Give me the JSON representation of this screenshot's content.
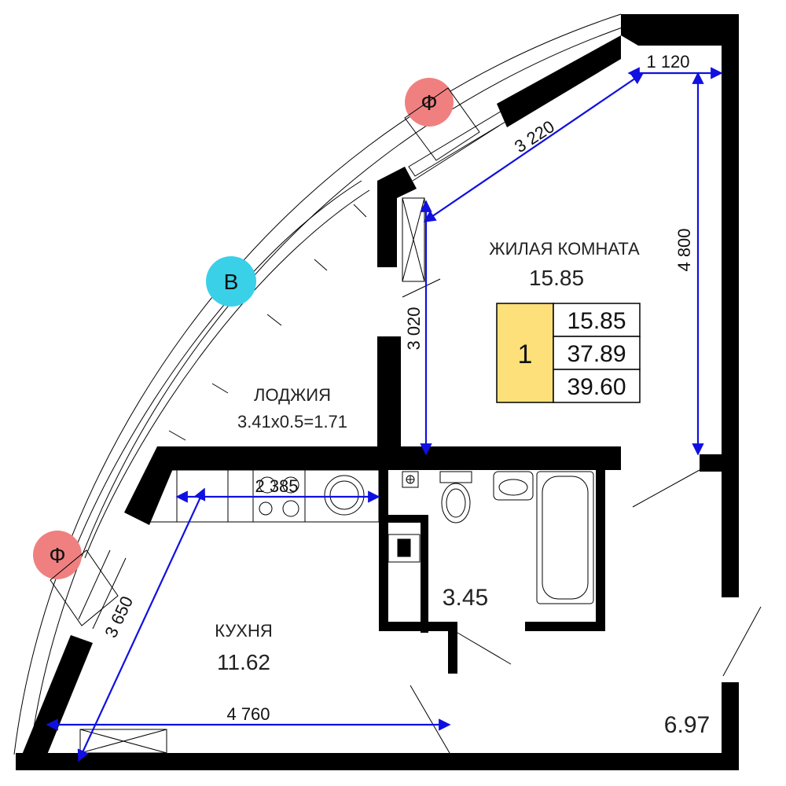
{
  "rooms": {
    "living": {
      "name": "ЖИЛАЯ КОМНАТА",
      "area": "15.85"
    },
    "loggia": {
      "name": "ЛОДЖИЯ",
      "formula": "3.41x0.5=1.71"
    },
    "kitchen": {
      "name": "КУХНЯ",
      "area": "11.62"
    },
    "bathroom": {
      "area": "3.45"
    },
    "hall": {
      "area": "6.97"
    }
  },
  "apartment": {
    "rooms_count": "1",
    "living_area": "15.85",
    "total_area": "37.89",
    "total_with_loggia": "39.60"
  },
  "dimensions": {
    "d1120": "1 120",
    "d3220": "3 220",
    "d4800": "4 800",
    "d3020": "3 020",
    "d2385": "2 385",
    "d3650": "3 650",
    "d4760": "4 760"
  },
  "markers": {
    "f_top": "Ф",
    "f_bottom": "Ф",
    "b": "В"
  },
  "colors": {
    "wall": "#000000",
    "dimension": "#1010e0",
    "badge_fill": "#fde07a",
    "marker_f": "#f08080",
    "marker_b": "#3ad0e8"
  }
}
